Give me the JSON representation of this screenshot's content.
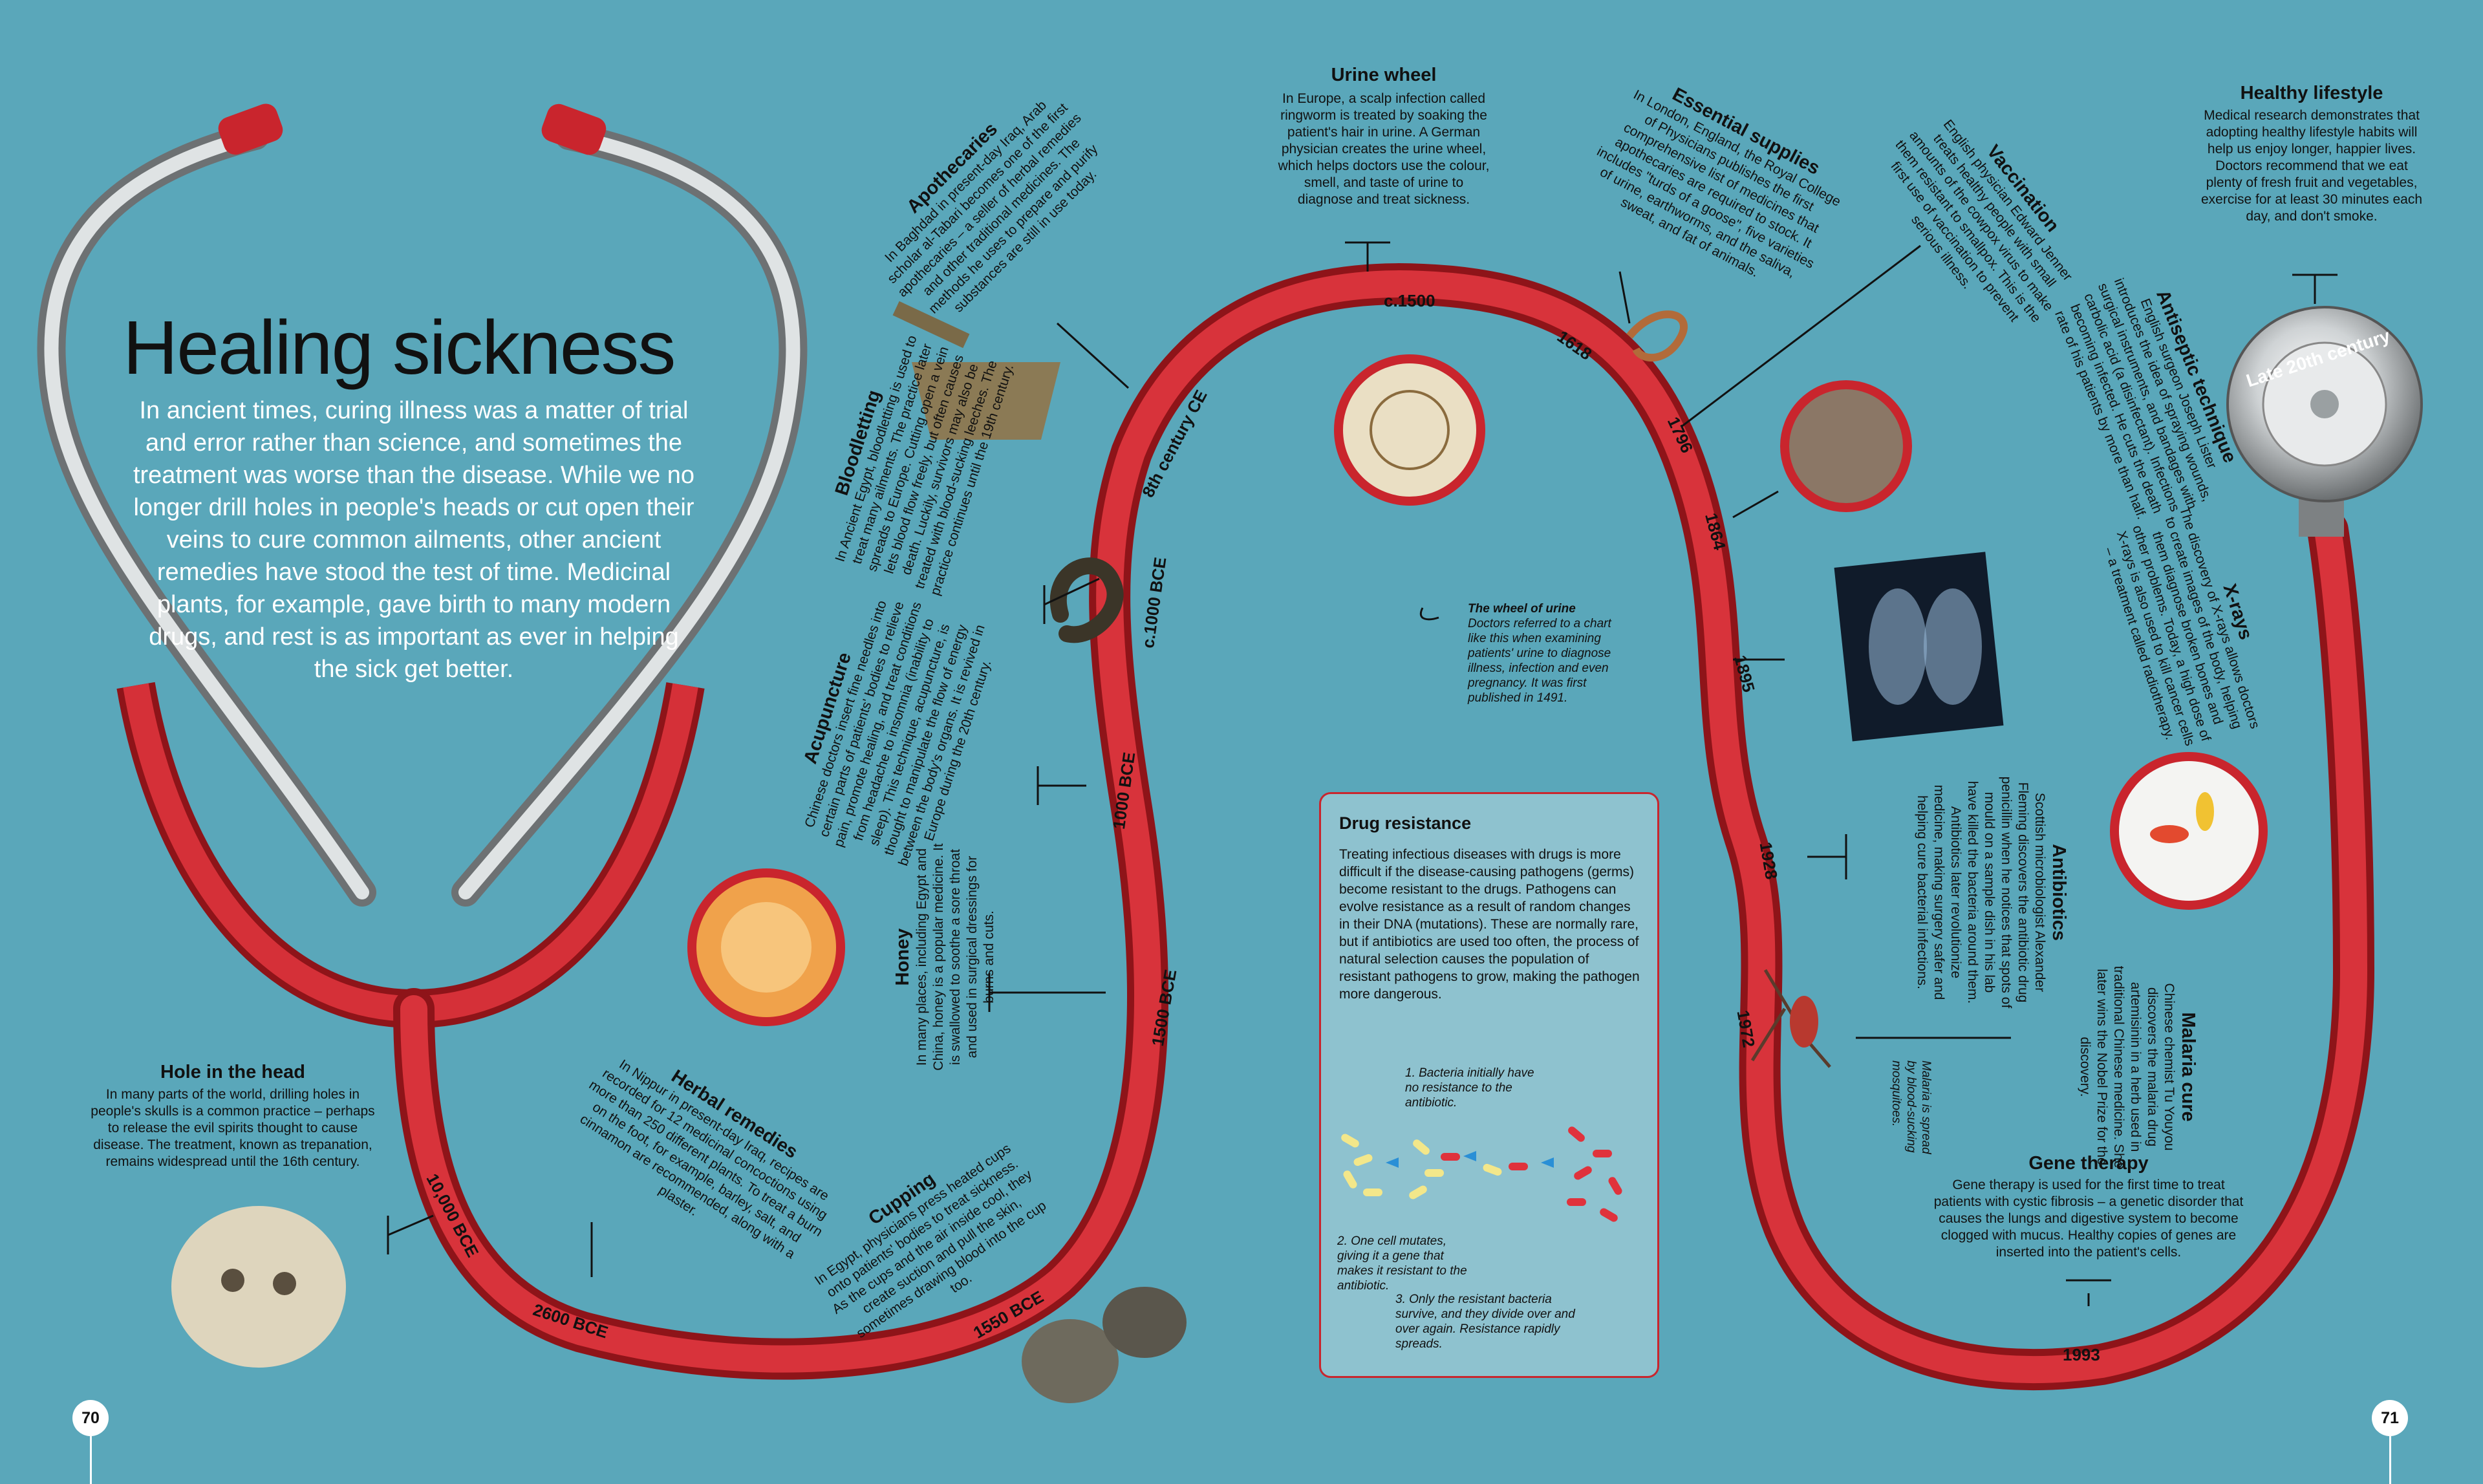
{
  "title": "Healing sickness",
  "intro": "In ancient times, curing illness was a matter of trial and error rather than science, and sometimes the treatment was worse than the disease. While we no longer drill holes in people's heads or cut open their veins to cure common ailments, other ancient remedies have stood the test of time. Medicinal plants, for example, gave birth to many modern drugs, and rest is as important as ever in helping the sick get better.",
  "timeline": {
    "dates": [
      "10,000 BCE",
      "2600 BCE",
      "1550 BCE",
      "1500 BCE",
      "1000 BCE",
      "c.1000 BCE",
      "8th century CE",
      "c.1500",
      "1618",
      "1796",
      "1864",
      "1895",
      "1928",
      "1972",
      "1993",
      "Late 20th century"
    ]
  },
  "entries": {
    "hole": {
      "heading": "Hole in the head",
      "text": "In many parts of the world, drilling holes in people's skulls is a common practice – perhaps to release the evil spirits thought to cause disease. The treatment, known as trepanation, remains widespread until the 16th century."
    },
    "herbal": {
      "heading": "Herbal remedies",
      "text": "In Nippur in present-day Iraq, recipes are recorded for 12 medicinal concoctions using more than 250 different plants. To treat a burn on the foot, for example, barley, salt, and cinnamon are recommended, along with a plaster."
    },
    "cupping": {
      "heading": "Cupping",
      "text": "In Egypt, physicians press heated cups onto patients' bodies to treat sickness. As the cups and the air inside cool, they create suction and pull the skin, sometimes drawing blood into the cup too."
    },
    "honey": {
      "heading": "Honey",
      "text": "In many places, including Egypt and China, honey is a popular medicine. It is swallowed to soothe a sore throat and used in surgical dressings for burns and cuts."
    },
    "acupuncture": {
      "heading": "Acupuncture",
      "text": "Chinese doctors insert fine needles into certain parts of patients' bodies to relieve pain, promote healing, and treat conditions from headache to insomnia (inability to sleep). This technique, acupuncture, is thought to manipulate the flow of energy between the body's organs. It is revived in Europe during the 20th century."
    },
    "bloodletting": {
      "heading": "Bloodletting",
      "text": "In Ancient Egypt, bloodletting is used to treat many ailments. The practice later spreads to Europe. Cutting open a vein lets blood flow freely, but often causes death. Luckily, survivors may also be treated with blood-sucking leeches. The practice continues until the 19th century."
    },
    "apothecaries": {
      "heading": "Apothecaries",
      "text": "In Baghdad in present-day Iraq, Arab scholar al-Tabari becomes one of the first apothecaries – a seller of herbal remedies and other traditional medicines. The methods he uses to prepare and purify substances are still in use today."
    },
    "urine": {
      "heading": "Urine wheel",
      "text": "In Europe, a scalp infection called ringworm is treated by soaking the patient's hair in urine. A German physician creates the urine wheel, which helps doctors use the colour, smell, and taste of urine to diagnose and treat sickness."
    },
    "wheel_note": {
      "heading": "The wheel of urine",
      "text": "Doctors referred to a chart like this when examining patients' urine to diagnose illness, infection and even pregnancy. It was first published in 1491."
    },
    "essential": {
      "heading": "Essential supplies",
      "text": "In London, England, the Royal College of Physicians publishes the first comprehensive list of medicines that apothecaries are required to stock. It includes \"turds of a goose\", five varieties of urine, earthworms, and the saliva, sweat, and fat of animals."
    },
    "vaccination": {
      "heading": "Vaccination",
      "text": "English physician Edward Jenner treats healthy people with small amounts of the cowpox virus to make them resistant to smallpox. This is the first use of vaccination to prevent serious illness."
    },
    "antiseptic": {
      "heading": "Antiseptic technique",
      "text": "English surgeon Joseph Lister introduces the idea of spraying wounds, surgical instruments, and bandages with carbolic acid (a disinfectant). Infections becoming infected. He cuts the death rate of his patients by more than half."
    },
    "xrays": {
      "heading": "X-rays",
      "text": "The discovery of X-rays allows doctors to create images of the body, helping them diagnose broken bones and other problems. Today, a high dose of X-rays is also used to kill cancer cells – a treatment called radiotherapy."
    },
    "antibiotics": {
      "heading": "Antibiotics",
      "text": "Scottish microbiologist Alexander Fleming discovers the antibiotic drug penicillin when he notices that spots of mould on a sample dish in his lab have killed the bacteria around them. Antibiotics later revolutionize medicine, making surgery safer and helping cure bacterial infections."
    },
    "malaria": {
      "heading": "Malaria cure",
      "text": "Chinese chemist Tu Youyou discovers the malaria drug artemisinin in a herb used in traditional Chinese medicine. She later wins the Nobel Prize for the discovery."
    },
    "malaria_note": {
      "text": "Malaria is spread by blood-sucking mosquitoes."
    },
    "gene": {
      "heading": "Gene therapy",
      "text": "Gene therapy is used for the first time to treat patients with cystic fibrosis – a genetic disorder that causes the lungs and digestive system to become clogged with mucus. Healthy copies of genes are inserted into the patient's cells."
    },
    "healthy": {
      "heading": "Healthy lifestyle",
      "text": "Medical research demonstrates that adopting healthy lifestyle habits will help us enjoy longer, happier lives. Doctors recommend that we eat plenty of fresh fruit and vegetables, exercise for at least 30 minutes each day, and don't smoke."
    }
  },
  "drug_resistance": {
    "heading": "Drug resistance",
    "text": "Treating infectious diseases with drugs is more difficult if the disease-causing pathogens (germs) become resistant to the drugs. Pathogens can evolve resistance as a result of random changes in their DNA (mutations). These are normally rare, but if antibiotics are used too often, the process of natural selection causes the population of resistant pathogens to grow, making the pathogen more dangerous.",
    "step1": "1. Bacteria initially have no resistance to the antibiotic.",
    "step2": "2. One cell mutates, giving it a gene that makes it resistant to the antibiotic.",
    "step3": "3. Only the resistant bacteria survive, and they divide over and over again. Resistance rapidly spreads."
  },
  "pages": {
    "left": "70",
    "right": "71"
  },
  "colors": {
    "background": "#5aa7ba",
    "tube": "#c9252d",
    "box": "#8ec2cf"
  }
}
